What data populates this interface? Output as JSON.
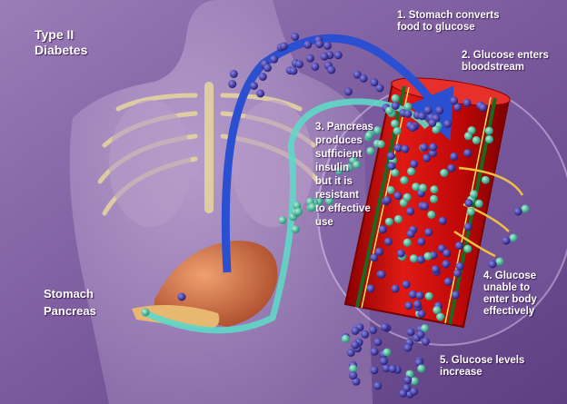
{
  "title": "Type II\nDiabetes",
  "organs": {
    "stomach": "Stomach",
    "pancreas": "Pancreas"
  },
  "steps": [
    {
      "text": "1. Stomach converts\nfood to glucose"
    },
    {
      "text": "2. Glucose enters\nbloodstream"
    },
    {
      "text": "3. Pancreas\nproduces\nsufficient\ninsulin\nbut it is\nresistant\nto effective\nuse"
    },
    {
      "text": "4. Glucose\nunable to\nenter body\neffectively"
    },
    {
      "text": "5. Glucose levels\nincrease"
    }
  ],
  "colors": {
    "background": "#7a5a9c",
    "vessel": "#d01010",
    "glucose": "#3a2fa0",
    "insulin": "#3cc6a0",
    "arrow_glucose": "#2a4fd0",
    "arrow_insulin": "#5fd8c8"
  }
}
